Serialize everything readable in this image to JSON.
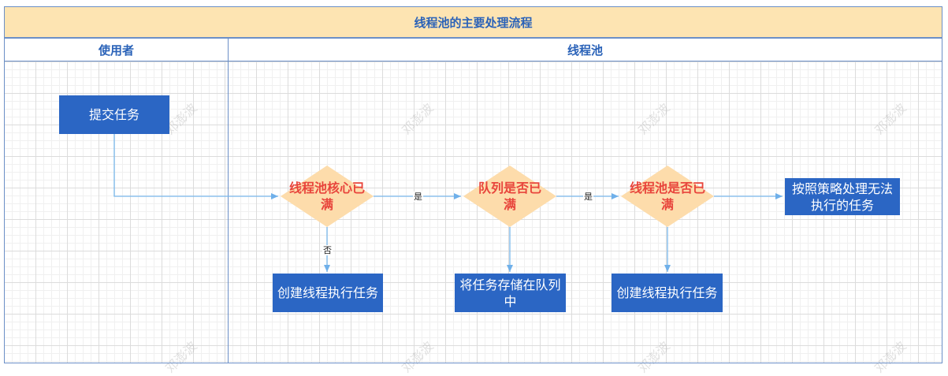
{
  "title": "线程池的主要处理流程",
  "lanes": {
    "user": "使用者",
    "pool": "线程池"
  },
  "nodes": {
    "submit": "提交任务",
    "core_full": "线程池核心已满",
    "queue_full": "队列是否已满",
    "pool_full": "线程池是否已满",
    "reject": "按照策略处理无法执行的任务",
    "create_thread_1": "创建线程执行任务",
    "store_queue": "将任务存储在队列中",
    "create_thread_2": "创建线程执行任务"
  },
  "edge_labels": {
    "yes_1": "是",
    "yes_2": "是",
    "no_1": "否"
  },
  "watermark": "邓澎波",
  "colors": {
    "title_bg": "#fde4b2",
    "box": "#2b66c4",
    "diamond": "#fddcab",
    "decision_text": "#e8453c",
    "edge": "#7ab8ec",
    "lane_text": "#2a62b8"
  }
}
